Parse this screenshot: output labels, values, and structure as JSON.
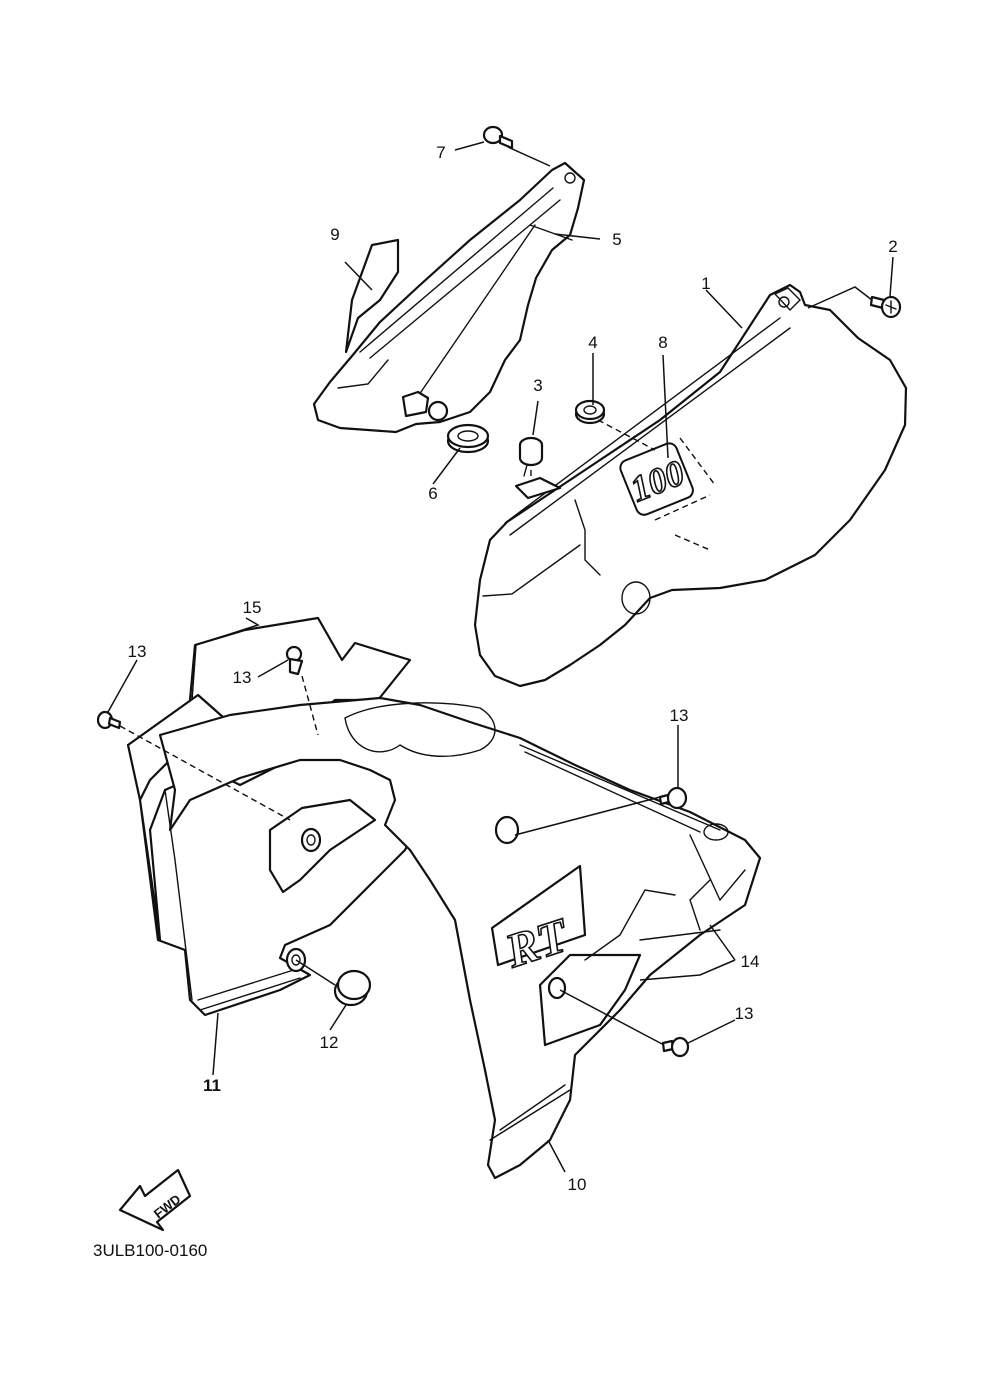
{
  "diagram": {
    "catalog_code": "3ULB100-0160",
    "direction_label": "FWD",
    "emblem_number": "100",
    "emblem_letters": "RT",
    "callouts": [
      {
        "id": "c1",
        "label": "1"
      },
      {
        "id": "c2",
        "label": "2"
      },
      {
        "id": "c3",
        "label": "3"
      },
      {
        "id": "c4",
        "label": "4"
      },
      {
        "id": "c5",
        "label": "5"
      },
      {
        "id": "c6",
        "label": "6"
      },
      {
        "id": "c7",
        "label": "7"
      },
      {
        "id": "c8",
        "label": "8"
      },
      {
        "id": "c9",
        "label": "9"
      },
      {
        "id": "c10",
        "label": "10"
      },
      {
        "id": "c11",
        "label": "11"
      },
      {
        "id": "c12",
        "label": "12"
      },
      {
        "id": "c13a",
        "label": "13"
      },
      {
        "id": "c13b",
        "label": "13"
      },
      {
        "id": "c13c",
        "label": "13"
      },
      {
        "id": "c13d",
        "label": "13"
      },
      {
        "id": "c14",
        "label": "14"
      },
      {
        "id": "c15",
        "label": "15"
      }
    ]
  }
}
